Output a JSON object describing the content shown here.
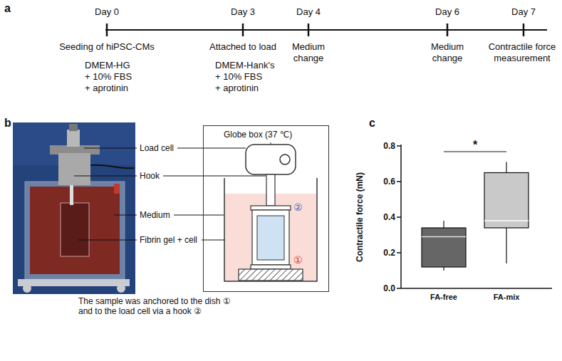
{
  "diagram": {
    "nodes": [
      {
        "text": [
          "Globe box (37 ℃)"
        ]
      }
    ],
    "labels": [
      "a",
      "Day 0",
      "Day 3",
      "Day 4",
      "Day 6",
      "Day 7",
      "Seeding of hiPSC-CMs",
      "DMEM-HG",
      "+ 10% FBS",
      "+ aprotinin",
      "Attached to load",
      "DMEM-Hank's",
      "+ 10% FBS",
      "+ aprotinin",
      "Medium change",
      "Medium change",
      "Contractile force measurement",
      "b",
      "Load cell",
      "Hook",
      "Medium",
      "Fibrin gel + cell",
      "②",
      "①",
      "The sample was anchored to the dish ① and to the load cell via a hook ②",
      "c",
      "0.8",
      "0.6",
      "0.4",
      "0.2",
      "0.0",
      "Contractile force (mN)",
      "*",
      "FA-free",
      "FA-mix"
    ]
  }
}
